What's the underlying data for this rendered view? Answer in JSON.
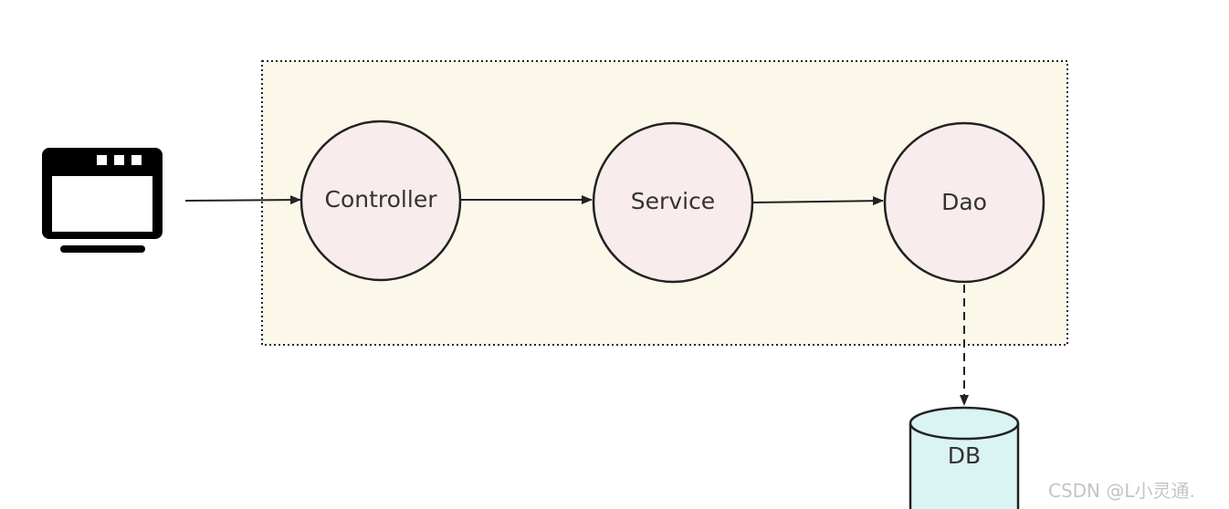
{
  "diagram": {
    "nodes": {
      "controller": "Controller",
      "service": "Service",
      "dao": "Dao"
    },
    "database": {
      "label": "DB"
    },
    "client_icon": "browser-window-icon"
  },
  "watermark": "CSDN @L小灵通.",
  "colors": {
    "container_fill": "#fbf8ea",
    "node_fill": "#f9ecec",
    "db_fill": "#daf3f3",
    "stroke": "#222222"
  }
}
